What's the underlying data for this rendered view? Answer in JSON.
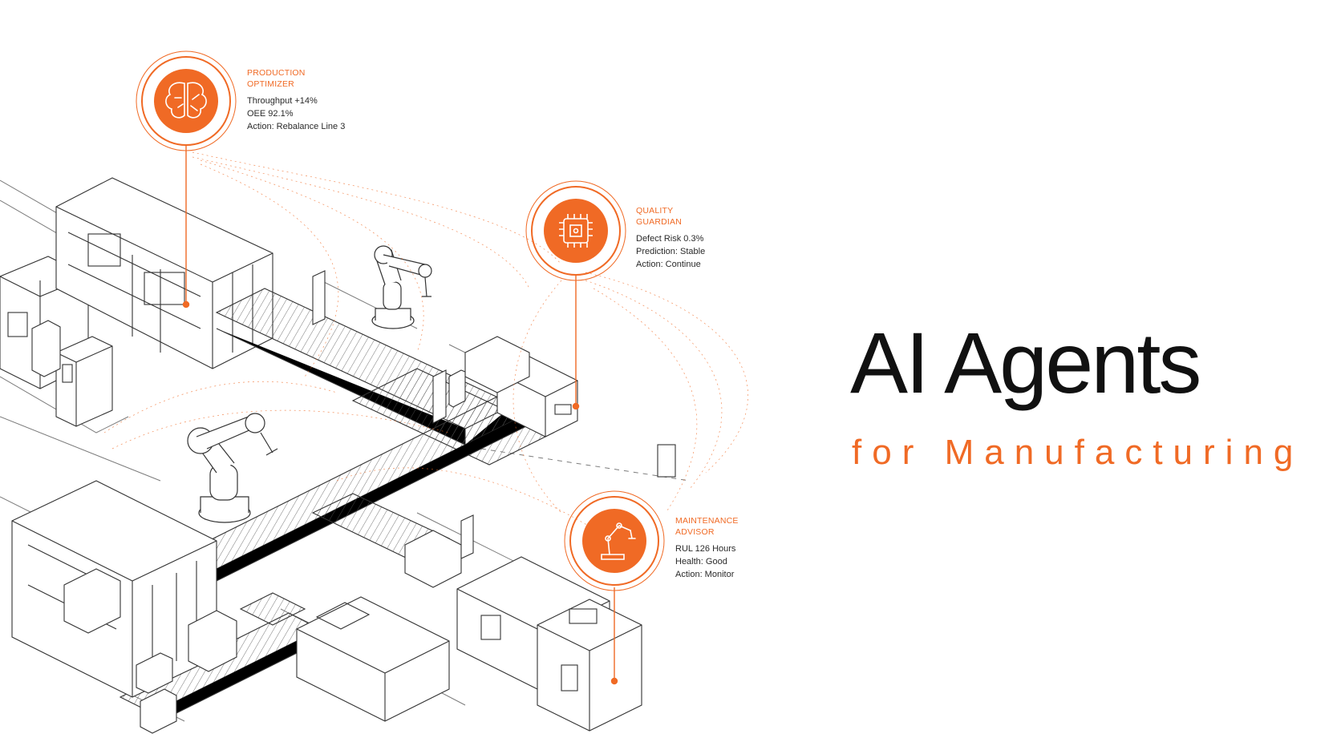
{
  "colors": {
    "accent": "#f06a25",
    "line_art": "#3a3a3a",
    "headline": "#111111"
  },
  "hero": {
    "title": "AI Agents",
    "subtitle": "for Manufacturing"
  },
  "agents": [
    {
      "icon": "brain-icon",
      "title_line1": "PRODUCTION",
      "title_line2": "OPTIMIZER",
      "metrics": [
        "Throughput +14%",
        "OEE 92.1%",
        "Action: Rebalance Line 3"
      ]
    },
    {
      "icon": "chip-icon",
      "title_line1": "QUALITY",
      "title_line2": "GUARDIAN",
      "metrics": [
        "Defect Risk 0.3%",
        "Prediction: Stable",
        "Action: Continue"
      ]
    },
    {
      "icon": "robot-arm-icon",
      "title_line1": "MAINTENANCE",
      "title_line2": "ADVISOR",
      "metrics": [
        "RUL 126 Hours",
        "Health: Good",
        "Action: Monitor"
      ]
    }
  ]
}
